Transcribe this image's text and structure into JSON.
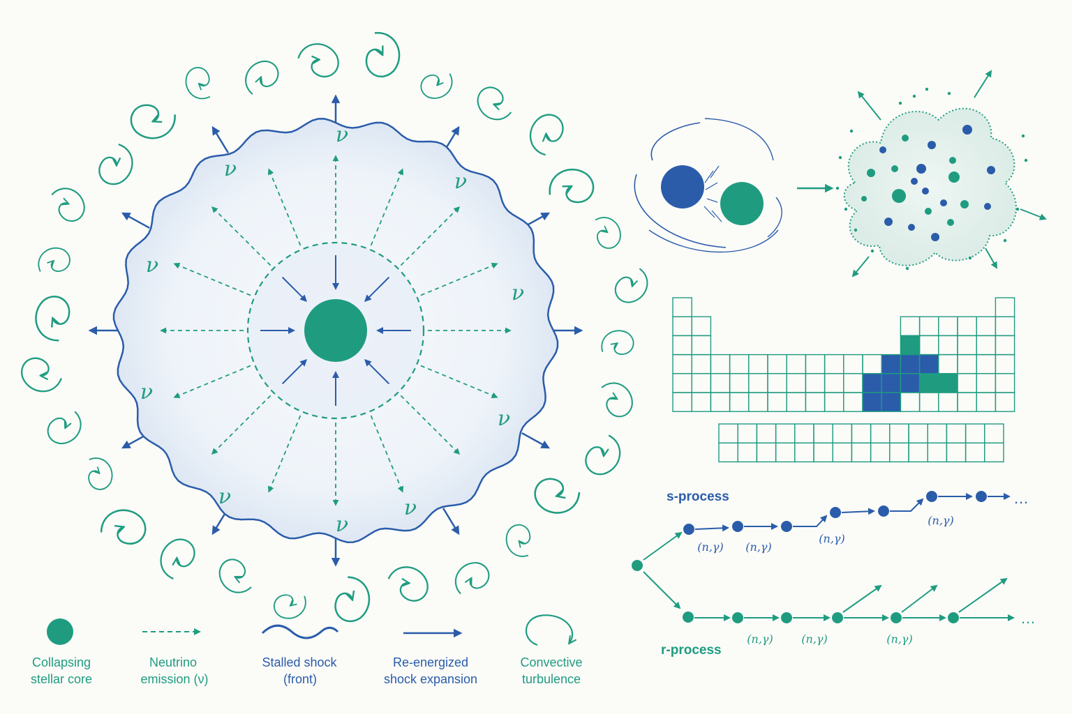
{
  "colors": {
    "blue": "#2a5caa",
    "teal": "#1f9c80",
    "background": "#fbfbf8",
    "shell_fill": "#eaf0f8"
  },
  "symbols": {
    "neutrino": "ν",
    "reaction": "(n,γ)",
    "ellipsis": "…"
  },
  "legend": [
    {
      "icon": "core-icon",
      "line1": "Collapsing",
      "line2": "stellar core",
      "color": "#1f9c80"
    },
    {
      "icon": "dashed-arrow-icon",
      "line1": "Neutrino",
      "line2": "emission (ν)",
      "color": "#1f9c80"
    },
    {
      "icon": "wavy-line-icon",
      "line1": "Stalled shock",
      "line2": "(front)",
      "color": "#2a5caa"
    },
    {
      "icon": "solid-arrow-icon",
      "line1": "Re-energized",
      "line2": "shock expansion",
      "color": "#2a5caa"
    },
    {
      "icon": "swirl-icon",
      "line1": "Convective",
      "line2": "turbulence",
      "color": "#1f9c80"
    }
  ],
  "processes": {
    "s_title": "s-process",
    "r_title": "r-process"
  }
}
